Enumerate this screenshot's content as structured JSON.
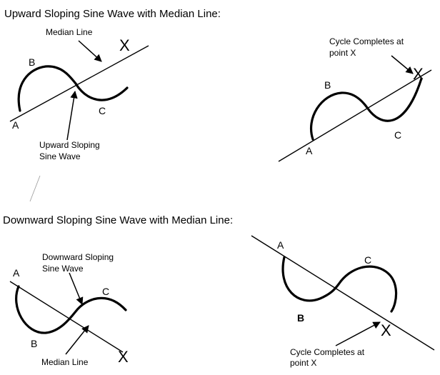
{
  "headings": {
    "upward": "Upward Sloping Sine Wave with Median Line:",
    "downward": "Downward Sloping Sine Wave with Median Line:"
  },
  "panels": {
    "upward_left": {
      "median_label": "Median Line",
      "wave_label_line1": "Upward Sloping",
      "wave_label_line2": "Sine Wave",
      "point_a": "A",
      "point_b": "B",
      "point_c": "C",
      "point_x": "X"
    },
    "upward_right": {
      "cycle_line1": "Cycle Completes at",
      "cycle_line2": "point  X",
      "point_a": "A",
      "point_b": "B",
      "point_c": "C",
      "point_x": "X"
    },
    "downward_left": {
      "wave_label_line1": "Downward Sloping",
      "wave_label_line2": "Sine Wave",
      "median_label": "Median Line",
      "point_a": "A",
      "point_b": "B",
      "point_c": "C",
      "point_x": "X"
    },
    "downward_right": {
      "cycle_line1": "Cycle Completes at",
      "cycle_line2": "point  X",
      "point_a": "A",
      "point_b": "B",
      "point_c": "C",
      "point_x": "X"
    }
  }
}
